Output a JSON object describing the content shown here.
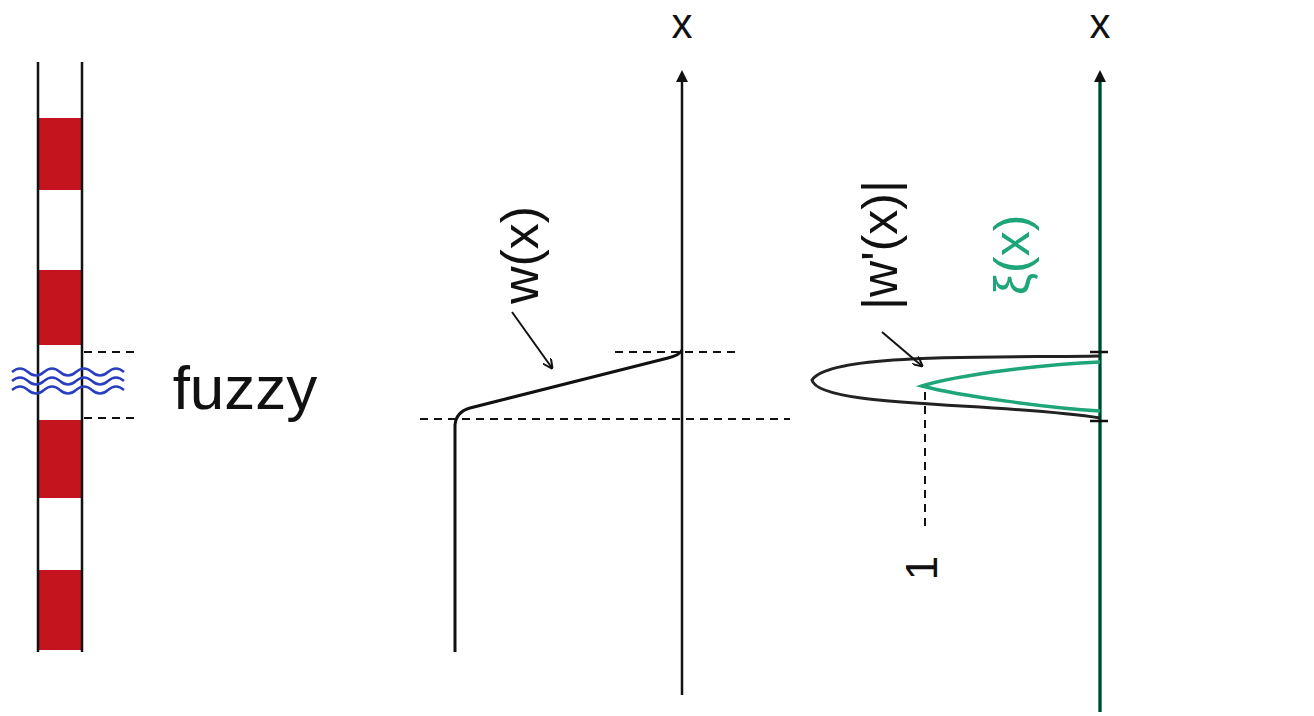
{
  "diagram": {
    "labels": [
      "x",
      "x",
      "fuzzy",
      "w(x)",
      "|w'(x)|",
      "ξ(x)",
      "1"
    ]
  }
}
